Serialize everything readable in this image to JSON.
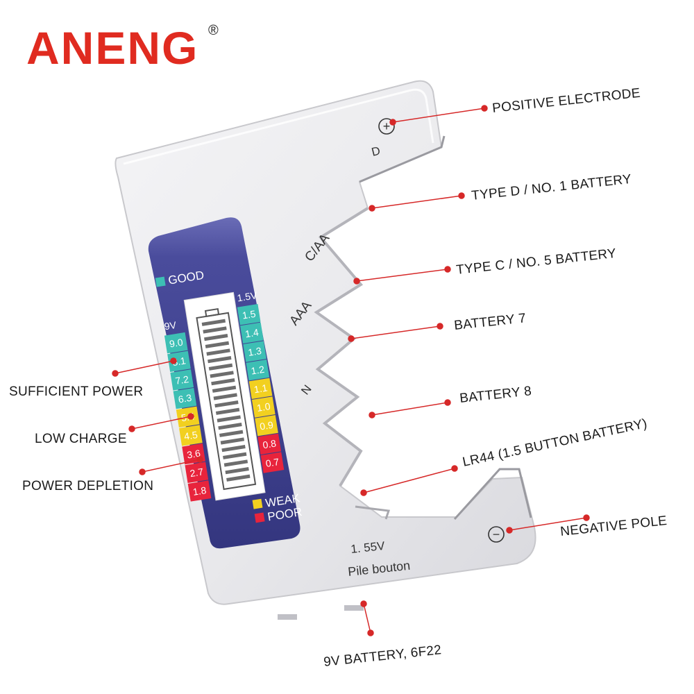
{
  "brand": {
    "name": "ANENG",
    "registered": "®",
    "color": "#e02b20"
  },
  "callout_color": "#d62828",
  "device": {
    "slot_labels": {
      "d": "D",
      "c_aa": "C/AA",
      "aaa": "AAA",
      "n": "N"
    },
    "button_voltage": "1. 55V",
    "button_name": "Pile bouton",
    "positive_symbol": "+",
    "negative_symbol": "−"
  },
  "panel": {
    "good": "GOOD",
    "weak": "WEAK",
    "poor": "POOR",
    "scale_9v_title": "9V",
    "scale_15v_title": "1.5V",
    "scale_9v": [
      {
        "v": "9.0",
        "level": "good"
      },
      {
        "v": "8.1",
        "level": "good"
      },
      {
        "v": "7.2",
        "level": "good"
      },
      {
        "v": "6.3",
        "level": "good"
      },
      {
        "v": "5.4",
        "level": "weak"
      },
      {
        "v": "4.5",
        "level": "weak"
      },
      {
        "v": "3.6",
        "level": "poor"
      },
      {
        "v": "2.7",
        "level": "poor"
      },
      {
        "v": "1.8",
        "level": "poor"
      }
    ],
    "scale_15v": [
      {
        "v": "1.5",
        "level": "good"
      },
      {
        "v": "1.4",
        "level": "good"
      },
      {
        "v": "1.3",
        "level": "good"
      },
      {
        "v": "1.2",
        "level": "good"
      },
      {
        "v": "1.1",
        "level": "weak"
      },
      {
        "v": "1.0",
        "level": "weak"
      },
      {
        "v": "0.9",
        "level": "weak"
      },
      {
        "v": "0.8",
        "level": "poor"
      },
      {
        "v": "0.7",
        "level": "poor"
      }
    ],
    "colors": {
      "good": "#3dbfb4",
      "weak": "#f2d020",
      "poor": "#e8243c",
      "panel": "#3d3f8e"
    }
  },
  "callouts": {
    "positive_electrode": "POSITIVE ELECTRODE",
    "type_d": "TYPE D / NO. 1 BATTERY",
    "type_c": "TYPE C / NO. 5 BATTERY",
    "battery7": "BATTERY 7",
    "battery8": "BATTERY 8",
    "lr44": "LR44 (1.5 BUTTON BATTERY)",
    "negative_pole": "NEGATIVE POLE",
    "nine_volt": "9V BATTERY, 6F22",
    "sufficient": "SUFFICIENT POWER",
    "low_charge": "LOW CHARGE",
    "depletion": "POWER DEPLETION"
  }
}
